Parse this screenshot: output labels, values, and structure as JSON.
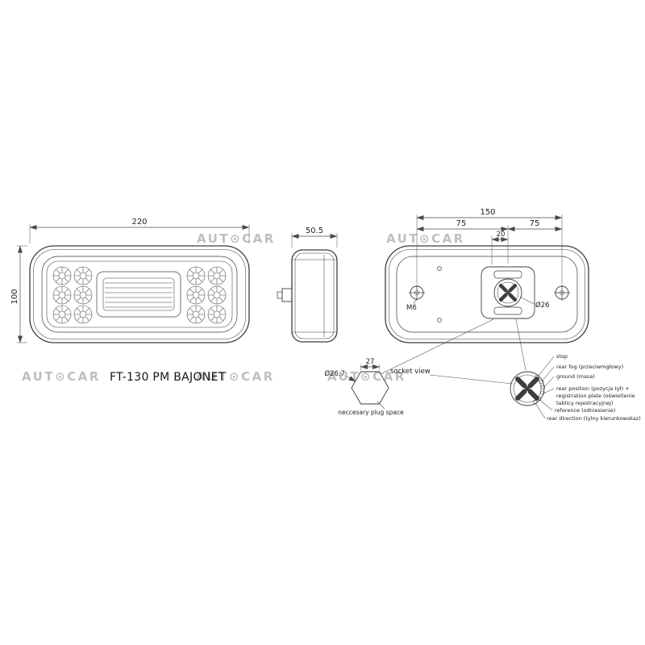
{
  "colors": {
    "line": "#3d3d3d",
    "dim": "#4a4a4a",
    "ink": "#222222",
    "watermark": "#bfbfbf",
    "bg": "#ffffff"
  },
  "watermark": {
    "text": "AUT⊙CAR"
  },
  "title": "FT-130 PM BAJONET",
  "front_view": {
    "width_dim": "220",
    "height_dim": "100"
  },
  "side_view": {
    "depth_dim": "50.5"
  },
  "rear_view": {
    "total_dim": "150",
    "left_dim": "75",
    "right_dim": "75",
    "offset_dim": "20",
    "screw_label": "M6",
    "connector_dia": "Ø26"
  },
  "plug": {
    "dia": "Ø26.7",
    "across": "27",
    "note": "neccesary plug space"
  },
  "socket": {
    "label": "socket view",
    "pins": [
      {
        "label": "stop"
      },
      {
        "label": "rear fog (przeciwmgłowy)"
      },
      {
        "label": "ground (masa)"
      },
      {
        "label": "rear position (pozycja tył) +"
      },
      {
        "label": "registration plate (oświetlenie"
      },
      {
        "label": "tablicy rejestracyjnej)"
      },
      {
        "label": "reference (odniesienie)"
      },
      {
        "label": "rear direction (tylny kierunkowskaz)"
      }
    ]
  }
}
